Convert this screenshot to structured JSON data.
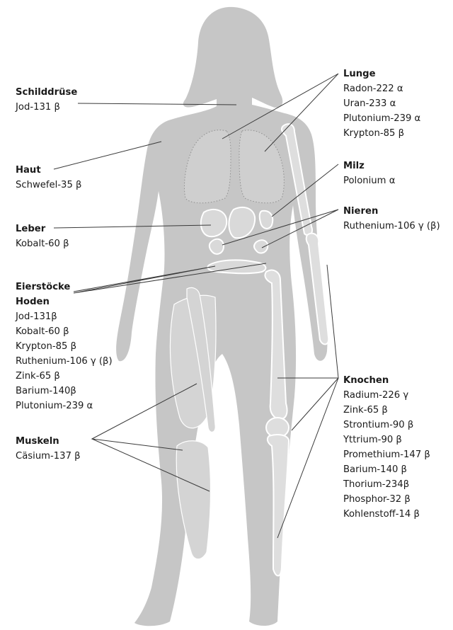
{
  "colors": {
    "silhouette": "#c6c6c6",
    "organ_fill": "#d9d9d9",
    "organ_stroke": "#ffffff",
    "leader_line": "#3a3a3a",
    "text": "#1a1a1a"
  },
  "groups": {
    "schilddruese": {
      "titles": [
        "Schilddrüse"
      ],
      "items": [
        "Jod-131 β"
      ]
    },
    "haut": {
      "titles": [
        "Haut"
      ],
      "items": [
        "Schwefel-35 β"
      ]
    },
    "leber": {
      "titles": [
        "Leber"
      ],
      "items": [
        "Kobalt-60 β"
      ]
    },
    "eierstoecke": {
      "titles": [
        "Eierstöcke",
        "Hoden"
      ],
      "items": [
        "Jod-131β",
        "Kobalt-60 β",
        "Krypton-85 β",
        "Ruthenium-106 γ (β)",
        "Zink-65 β",
        "Barium-140β",
        "Plutonium-239 α"
      ]
    },
    "muskeln": {
      "titles": [
        "Muskeln"
      ],
      "items": [
        "Cäsium-137 β"
      ]
    },
    "lunge": {
      "titles": [
        "Lunge"
      ],
      "items": [
        "Radon-222 α",
        "Uran-233 α",
        "Plutonium-239 α",
        "Krypton-85 β"
      ]
    },
    "milz": {
      "titles": [
        "Milz"
      ],
      "items": [
        "Polonium α"
      ]
    },
    "nieren": {
      "titles": [
        "Nieren"
      ],
      "items": [
        "Ruthenium-106 γ (β)"
      ]
    },
    "knochen": {
      "titles": [
        "Knochen"
      ],
      "items": [
        "Radium-226 γ",
        "Zink-65 β",
        "Strontium-90 β",
        "Yttrium-90 β",
        "Promethium-147 β",
        "Barium-140 β",
        "Thorium-234β",
        "Phosphor-32 β",
        "Kohlenstoff-14 β"
      ]
    }
  }
}
